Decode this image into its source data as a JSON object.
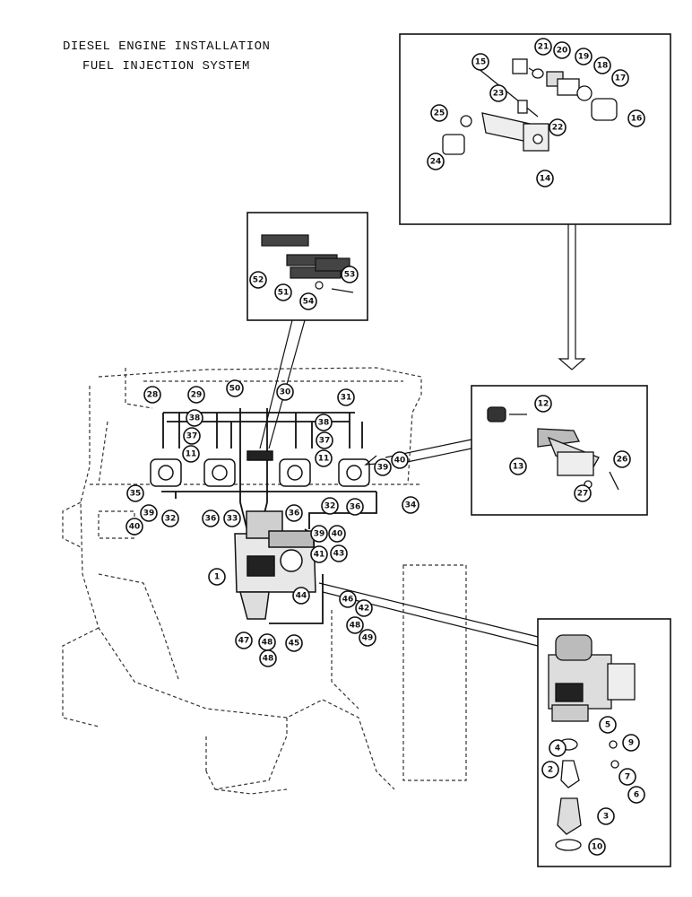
{
  "title": {
    "line1": "DIESEL ENGINE INSTALLATION",
    "line2": "FUEL INJECTION SYSTEM"
  },
  "callouts": [
    {
      "id": "c21",
      "label": "21"
    },
    {
      "id": "c20",
      "label": "20"
    },
    {
      "id": "c19",
      "label": "19"
    },
    {
      "id": "c18",
      "label": "18"
    },
    {
      "id": "c17",
      "label": "17"
    },
    {
      "id": "c15",
      "label": "15"
    },
    {
      "id": "c16",
      "label": "16"
    },
    {
      "id": "c23",
      "label": "23"
    },
    {
      "id": "c22",
      "label": "22"
    },
    {
      "id": "c25",
      "label": "25"
    },
    {
      "id": "c24",
      "label": "24"
    },
    {
      "id": "c14",
      "label": "14"
    },
    {
      "id": "c52",
      "label": "52"
    },
    {
      "id": "c51",
      "label": "51"
    },
    {
      "id": "c53",
      "label": "53"
    },
    {
      "id": "c54",
      "label": "54"
    },
    {
      "id": "c28",
      "label": "28"
    },
    {
      "id": "c29",
      "label": "29"
    },
    {
      "id": "c50",
      "label": "50"
    },
    {
      "id": "c30",
      "label": "30"
    },
    {
      "id": "c31",
      "label": "31"
    },
    {
      "id": "c38a",
      "label": "38"
    },
    {
      "id": "c38b",
      "label": "38"
    },
    {
      "id": "c37a",
      "label": "37"
    },
    {
      "id": "c37b",
      "label": "37"
    },
    {
      "id": "c11a",
      "label": "11"
    },
    {
      "id": "c11b",
      "label": "11"
    },
    {
      "id": "c39a",
      "label": "39"
    },
    {
      "id": "c40a",
      "label": "40"
    },
    {
      "id": "c35",
      "label": "35"
    },
    {
      "id": "c36a",
      "label": "36"
    },
    {
      "id": "c33",
      "label": "33"
    },
    {
      "id": "c36b",
      "label": "36"
    },
    {
      "id": "c32a",
      "label": "32"
    },
    {
      "id": "c36c",
      "label": "36"
    },
    {
      "id": "c34",
      "label": "34"
    },
    {
      "id": "c39b",
      "label": "39"
    },
    {
      "id": "c40b",
      "label": "40"
    },
    {
      "id": "c32b",
      "label": "32"
    },
    {
      "id": "c12",
      "label": "12"
    },
    {
      "id": "c13",
      "label": "13"
    },
    {
      "id": "c26",
      "label": "26"
    },
    {
      "id": "c27",
      "label": "27"
    },
    {
      "id": "c39c",
      "label": "39"
    },
    {
      "id": "c40c",
      "label": "40"
    },
    {
      "id": "c41",
      "label": "41"
    },
    {
      "id": "c43",
      "label": "43"
    },
    {
      "id": "c1",
      "label": "1"
    },
    {
      "id": "c44",
      "label": "44"
    },
    {
      "id": "c46",
      "label": "46"
    },
    {
      "id": "c42",
      "label": "42"
    },
    {
      "id": "c48a",
      "label": "48"
    },
    {
      "id": "c49a",
      "label": "49"
    },
    {
      "id": "c47",
      "label": "47"
    },
    {
      "id": "c48b",
      "label": "48"
    },
    {
      "id": "c48c",
      "label": "48"
    },
    {
      "id": "c45",
      "label": "45"
    },
    {
      "id": "c5",
      "label": "5"
    },
    {
      "id": "c4",
      "label": "4"
    },
    {
      "id": "c9",
      "label": "9"
    },
    {
      "id": "c2",
      "label": "2"
    },
    {
      "id": "c7",
      "label": "7"
    },
    {
      "id": "c6",
      "label": "6"
    },
    {
      "id": "c3",
      "label": "3"
    },
    {
      "id": "c10",
      "label": "10"
    }
  ]
}
